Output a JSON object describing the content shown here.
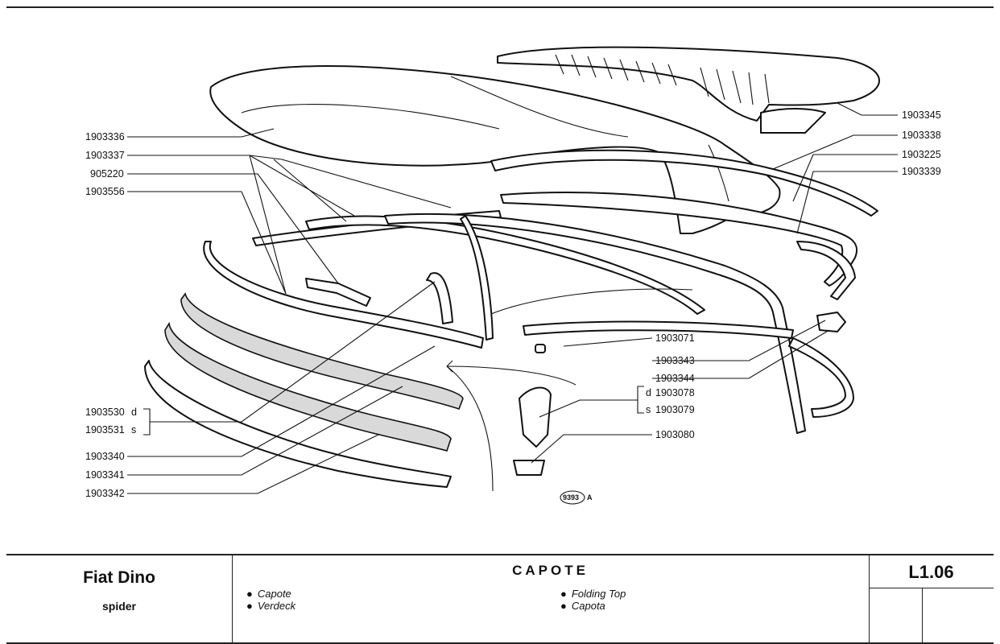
{
  "labels_left": {
    "l1903336": "1903336",
    "l1903337": "1903337",
    "l905220": "905220",
    "l1903556": "1903556",
    "l1903530": "1903530",
    "l1903530_side": "d",
    "l1903531": "1903531",
    "l1903531_side": "s",
    "l1903340": "1903340",
    "l1903341": "1903341",
    "l1903342": "1903342"
  },
  "labels_right": {
    "l1903345": "1903345",
    "l1903338": "1903338",
    "l1903225": "1903225",
    "l1903339": "1903339",
    "l1903071": "1903071",
    "l1903343": "1903343",
    "l1903344": "1903344",
    "l1903078": "1903078",
    "l1903078_side": "d",
    "l1903079": "1903079",
    "l1903079_side": "s",
    "l1903080": "1903080"
  },
  "figure_number": "9393",
  "figure_suffix": "A",
  "title_block": {
    "model": "Fiat Dino",
    "variant": "spider",
    "section_title": "CAPOTE",
    "lang_it": "Capote",
    "lang_de": "Verdeck",
    "lang_en": "Folding Top",
    "lang_es": "Capota",
    "bullet": "●",
    "page_code": "L1.06"
  }
}
